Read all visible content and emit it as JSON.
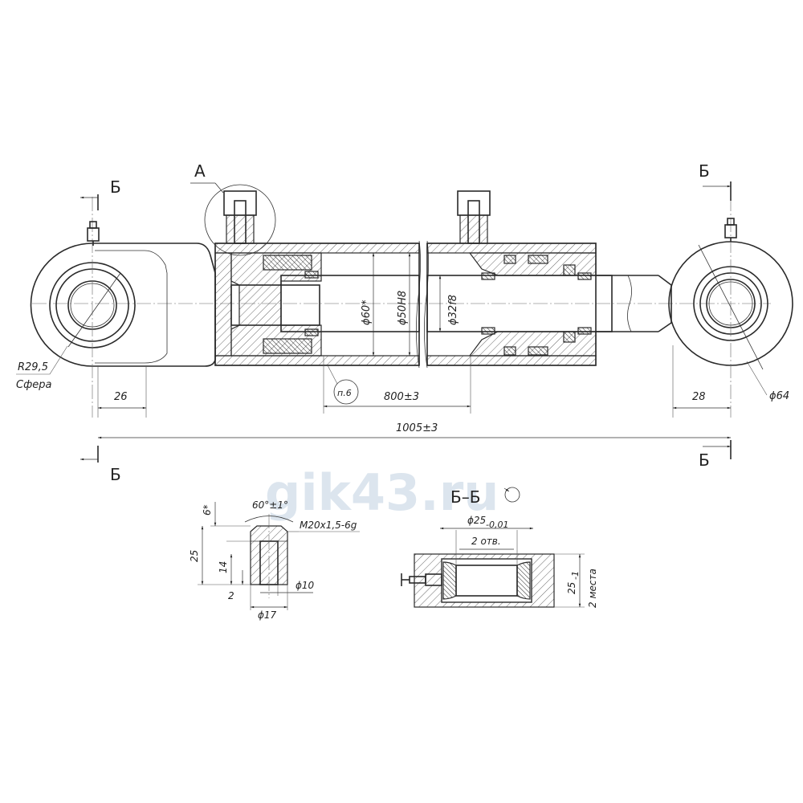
{
  "labels": {
    "view_a": "А",
    "section_b_top_left": "Б",
    "section_b_bottom_left": "Б",
    "section_b_top_right": "Б",
    "section_b_bottom_right": "Б",
    "section_title": "Б–Б",
    "watermark": "gik43.ru"
  },
  "dimensions": {
    "r_sphere": "R29,5",
    "sphere": "Сфера",
    "left_26": "26",
    "right_28": "28",
    "d64": "ϕ64",
    "d60": "ϕ60*",
    "d50": "ϕ50H8",
    "d32": "ϕ32f8",
    "stroke": "800±3",
    "overall": "1005±3",
    "note": "п.6"
  },
  "detail_a": {
    "angle_6": "6*",
    "angle_60": "60°±1°",
    "thread": "M20x1,5-6g",
    "len_25": "25",
    "len_14": "14",
    "len_2": "2",
    "d10": "ϕ10",
    "d17": "ϕ17"
  },
  "section_bb": {
    "d25": "ϕ25",
    "tolerance": "-0,01",
    "holes": "2 отв.",
    "w25": "25",
    "w25_tol": "-1",
    "places": "2 места"
  }
}
